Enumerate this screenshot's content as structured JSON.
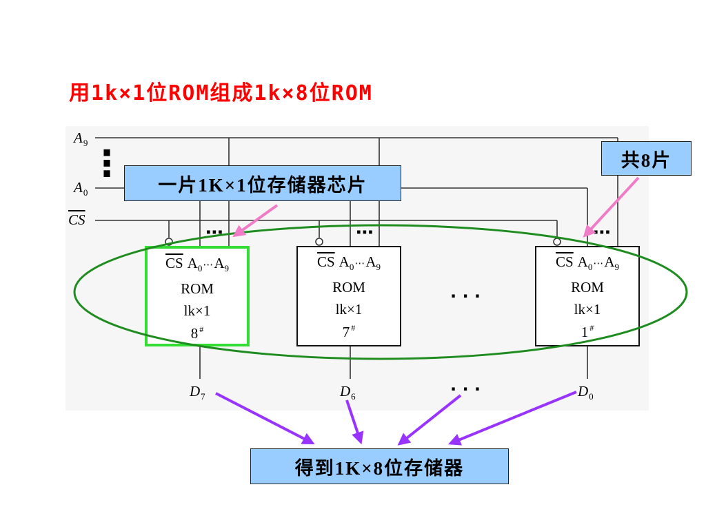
{
  "title": "用1k×1位ROM组成1k×8位ROM",
  "bus": {
    "address_high": {
      "letter": "A",
      "sub": "9"
    },
    "vertical_dots": "⋮",
    "address_low": {
      "letter": "A",
      "sub": "0"
    },
    "chip_select": "CS"
  },
  "chips": [
    {
      "cs": "CS",
      "addr_first": "A",
      "addr_first_sub": "0",
      "addr_dots": "⋯",
      "addr_last": "A",
      "addr_last_sub": "9",
      "type": "ROM",
      "capacity": "lk×1",
      "number": "8",
      "number_mark": "#",
      "pin_dots": "⋯",
      "output": {
        "letter": "D",
        "sub": "7"
      },
      "highlighted": true
    },
    {
      "cs": "CS",
      "addr_first": "A",
      "addr_first_sub": "0",
      "addr_dots": "⋯",
      "addr_last": "A",
      "addr_last_sub": "9",
      "type": "ROM",
      "capacity": "lk×1",
      "number": "7",
      "number_mark": "#",
      "pin_dots": "⋯",
      "output": {
        "letter": "D",
        "sub": "6"
      },
      "highlighted": false
    },
    {
      "cs": "CS",
      "addr_first": "A",
      "addr_first_sub": "0",
      "addr_dots": "⋯",
      "addr_last": "A",
      "addr_last_sub": "9",
      "type": "ROM",
      "capacity": "lk×1",
      "number": "1",
      "number_mark": "#",
      "pin_dots": "⋯",
      "output": {
        "letter": "D",
        "sub": "0"
      },
      "highlighted": false
    }
  ],
  "chip_gap_dots": "· · ·",
  "output_gap_dots": "· · ·",
  "callouts": {
    "single_chip": "一片1K×1位存储器芯片",
    "chip_count": "共8片",
    "result": "得到1K×8位存储器"
  },
  "colors": {
    "title": "#ff0000",
    "callout_fill": "#99ccff",
    "highlight": "#33dd33",
    "group_ellipse": "#1e8c1e",
    "pointer_pink": "#f07cc8",
    "pointer_purple": "#9933ff",
    "wire": "#333333"
  }
}
